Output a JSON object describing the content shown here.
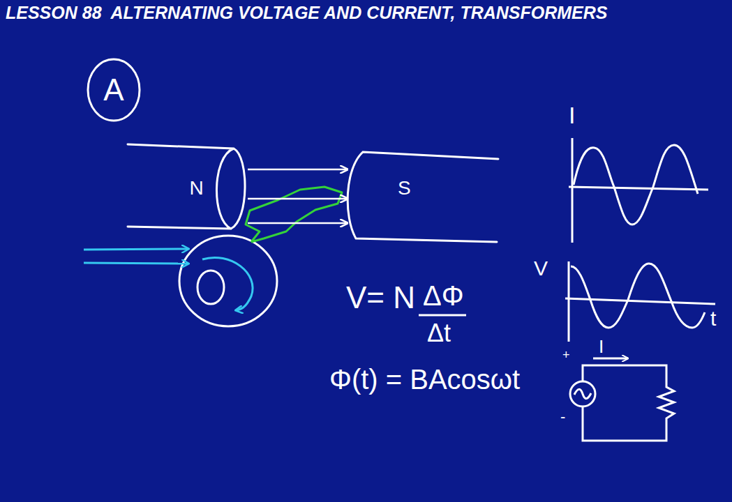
{
  "diagram": {
    "title": "LESSON 88  ALTERNATING VOLTAGE AND CURRENT, TRANSFORMERS",
    "nodes": [
      {
        "text": [
          "A"
        ]
      },
      {
        "text": [
          "N"
        ]
      },
      {
        "text": [
          "S"
        ]
      }
    ],
    "edges": [
      {
        "from": 1,
        "to": 2,
        "arrow": "to"
      },
      {
        "from": 1,
        "to": 2,
        "arrow": "to"
      },
      {
        "from": 1,
        "to": 2,
        "arrow": "to"
      }
    ],
    "labels": [
      "I",
      "V",
      "t",
      "V= N",
      "ΔΦ",
      "Δt",
      "Φ(t) = BAcosωt",
      "+",
      "I",
      "-"
    ]
  }
}
